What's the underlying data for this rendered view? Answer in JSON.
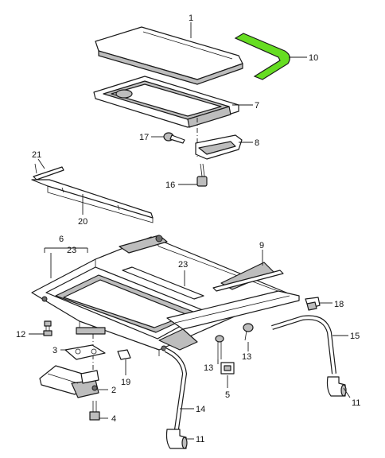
{
  "diagram": {
    "highlight_color": "#66dd22",
    "highlighted_part": "10",
    "callouts": [
      {
        "id": "c1",
        "label": "1"
      },
      {
        "id": "c10",
        "label": "10"
      },
      {
        "id": "c7",
        "label": "7"
      },
      {
        "id": "c17",
        "label": "17"
      },
      {
        "id": "c8",
        "label": "8"
      },
      {
        "id": "c16",
        "label": "16"
      },
      {
        "id": "c21",
        "label": "21"
      },
      {
        "id": "c20",
        "label": "20"
      },
      {
        "id": "c6",
        "label": "6"
      },
      {
        "id": "c23a",
        "label": "23"
      },
      {
        "id": "c9",
        "label": "9"
      },
      {
        "id": "c23b",
        "label": "23"
      },
      {
        "id": "c18",
        "label": "18"
      },
      {
        "id": "c12",
        "label": "12"
      },
      {
        "id": "c15",
        "label": "15"
      },
      {
        "id": "c3",
        "label": "3"
      },
      {
        "id": "c13a",
        "label": "13"
      },
      {
        "id": "c13b",
        "label": "13"
      },
      {
        "id": "c19",
        "label": "19"
      },
      {
        "id": "c2",
        "label": "2"
      },
      {
        "id": "c5",
        "label": "5"
      },
      {
        "id": "c11a",
        "label": "11"
      },
      {
        "id": "c14",
        "label": "14"
      },
      {
        "id": "c4",
        "label": "4"
      },
      {
        "id": "c11b",
        "label": "11"
      }
    ]
  }
}
